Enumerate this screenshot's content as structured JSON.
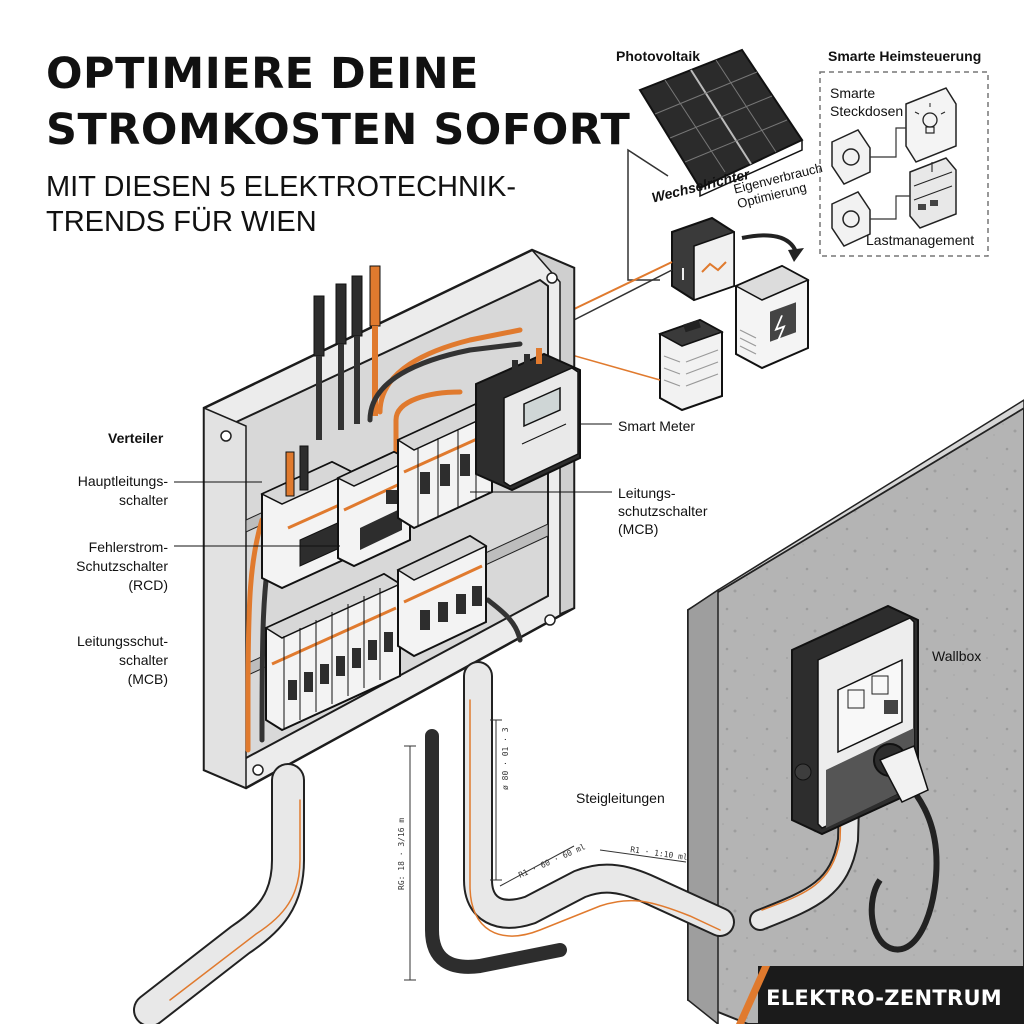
{
  "title": {
    "line1": "OPTIMIERE DEINE",
    "line2": "STROMKOSTEN SOFORT"
  },
  "subtitle": {
    "line1": "MIT DIESEN 5 ELEKTROTECHNIK-",
    "line2": "TRENDS FÜR WIEN"
  },
  "labels": {
    "photovoltaik": "Photovoltaik",
    "smart_home": "Smarte Heimsteuerung",
    "smart_sockets_1": "Smarte",
    "smart_sockets_2": "Steckdosen",
    "load_management": "Lastmanagement",
    "inverter": "Wechselrichter",
    "self_consumption_1": "Eigenverbrauch",
    "self_consumption_2": "Optimierung",
    "smart_meter": "Smart Meter",
    "distributor": "Verteiler",
    "main_switch_1": "Hauptleitungs-",
    "main_switch_2": "schalter",
    "rcd_1": "Fehlerstrom-",
    "rcd_2": "Schutzschalter",
    "rcd_3": "(RCD)",
    "mcb_left_1": "Leitungsschut-",
    "mcb_left_2": "schalter",
    "mcb_left_3": "(MCB)",
    "mcb_right_1": "Leitungs-",
    "mcb_right_2": "schutzschalter",
    "mcb_right_3": "(MCB)",
    "wallbox": "Wallbox",
    "risers": "Steigleitungen"
  },
  "brand": "ELEKTRO-ZENTRUM",
  "colors": {
    "accent_orange": "#e07a2e",
    "dark": "#1b1b1b",
    "cabinet": "#ececec",
    "wall": "#b9b9b9"
  },
  "icons": {
    "solar": "solar-panel-icon",
    "inverter": "inverter-icon",
    "battery": "battery-icon",
    "storage": "storage-unit-icon",
    "socket": "socket-icon",
    "bulb": "light-bulb-icon",
    "controller": "load-controller-icon",
    "arrow": "curved-arrow-icon"
  }
}
